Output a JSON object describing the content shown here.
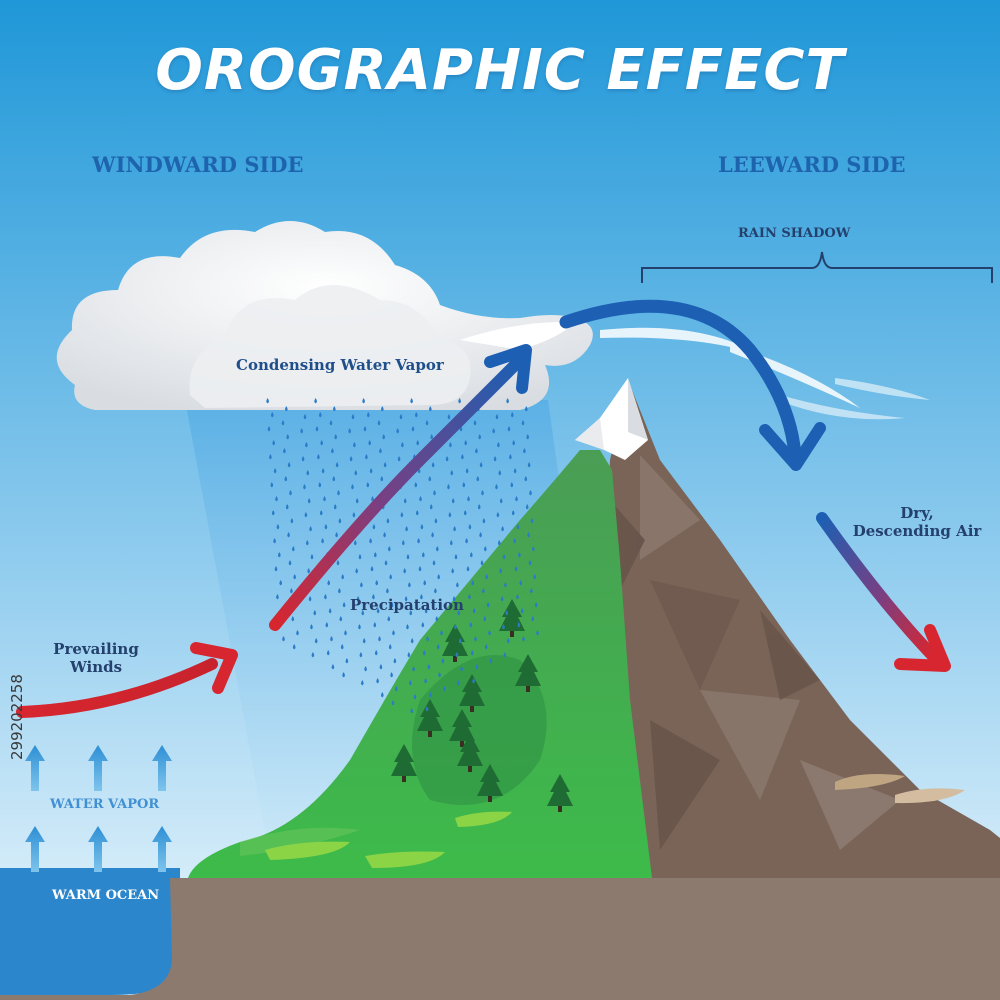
{
  "title": "OROGRAPHIC EFFECT",
  "labels": {
    "windward_side": "WINDWARD SIDE",
    "leeward_side": "LEEWARD SIDE",
    "rain_shadow": "RAIN SHADOW",
    "condensing": "Condensing Water Vapor",
    "precipitation": "Precipatation",
    "prevailing_winds_line1": "Prevailing",
    "prevailing_winds_line2": "Winds",
    "dry_line1": "Dry,",
    "dry_line2": "Descending Air",
    "water_vapor": "WATER VAPOR",
    "warm_ocean": "WARM OCEAN"
  },
  "watermark_id": "299202258",
  "colors": {
    "sky_top": "#1f97d8",
    "sky_bottom": "#eaf6fc",
    "forest": "#39a548",
    "rock": "#7a6458",
    "ground": "#8c7a6f",
    "ocean": "#2b86cc",
    "warm_arrow": "#d7262f",
    "cool_arrow": "#1d5fb3"
  },
  "icons": [
    "cloud-icon",
    "raindrop-icon",
    "tree-icon",
    "snow-cap-icon",
    "wind-streak-icon",
    "vapor-arrow-icon"
  ]
}
